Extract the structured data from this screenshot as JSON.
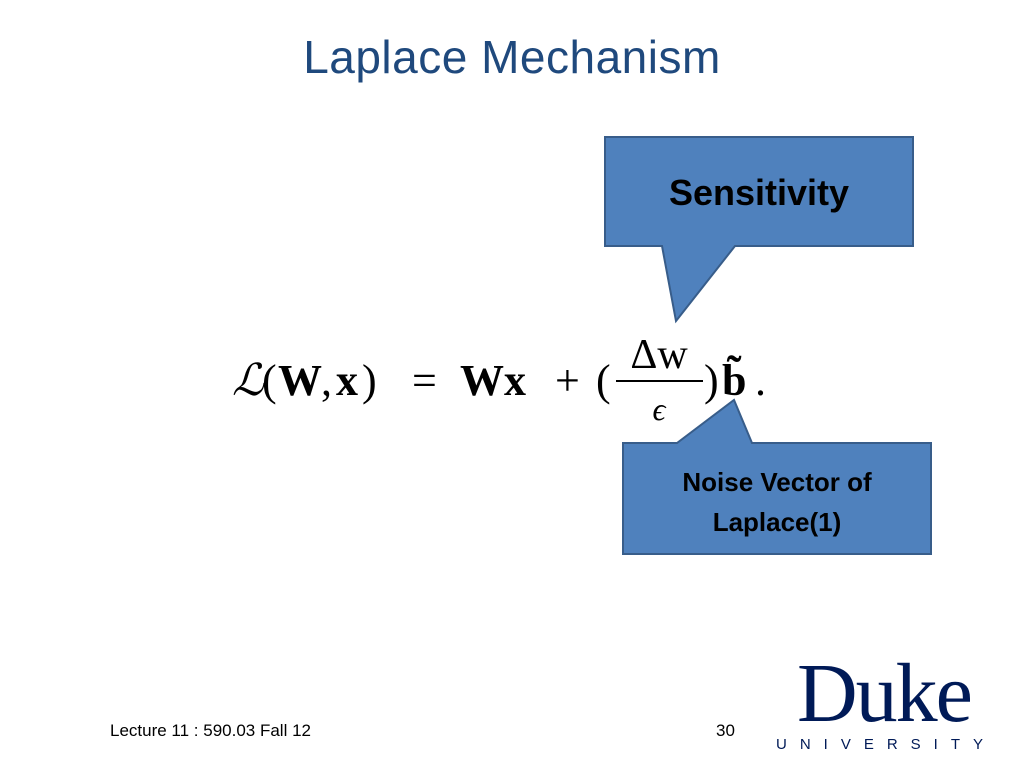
{
  "slide": {
    "title": "Laplace Mechanism"
  },
  "formula": {
    "script_L": "ℒ",
    "open_paren": "(",
    "W": "W",
    "comma": ",",
    "x": "x",
    "close_paren": ")",
    "equals": "=",
    "Wx": "Wx",
    "plus": "+",
    "frac_open": "(",
    "numerator": "Δw",
    "denominator": "ϵ",
    "frac_close": ")",
    "b_tilde": "b̃",
    "period": "."
  },
  "callouts": {
    "sensitivity": "Sensitivity",
    "noise_line1": "Noise Vector of",
    "noise_line2": "Laplace(1)"
  },
  "colors": {
    "title": "#1f497d",
    "callout_fill": "#4f81bd",
    "callout_border": "#385d8a",
    "logo": "#001a57"
  },
  "footer": {
    "lecture": "Lecture 11 : 590.03 Fall 12",
    "page_number": "30"
  },
  "logo": {
    "name": "Duke",
    "subtitle": "UNIVERSITY"
  }
}
